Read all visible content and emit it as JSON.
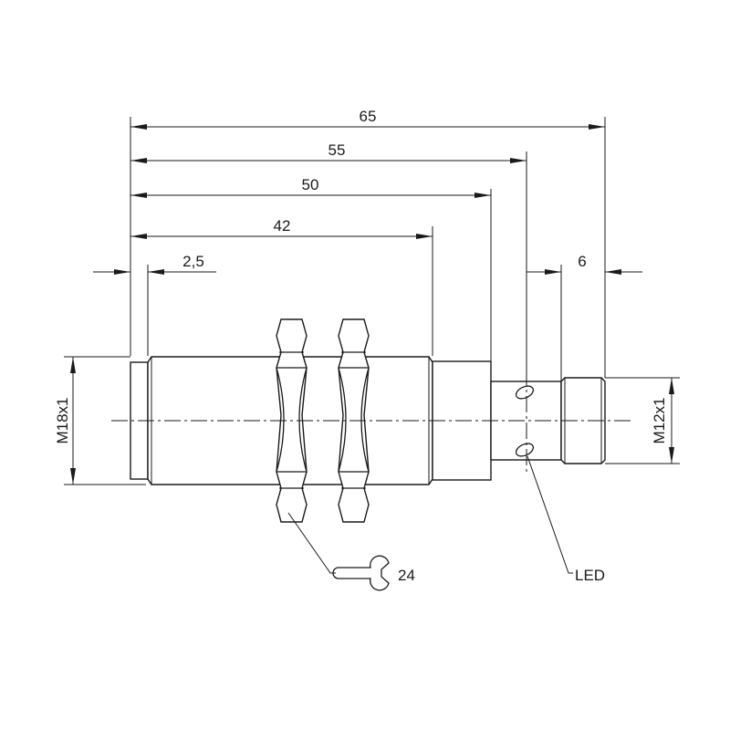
{
  "dimensions": {
    "overall_length": "65",
    "length_55": "55",
    "length_50": "50",
    "thread_length": "42",
    "front_step": "2,5",
    "connector_length": "6",
    "body_thread": "M18x1",
    "connector_thread": "M12x1"
  },
  "callouts": {
    "wrench_size": "24",
    "led": "LED"
  }
}
